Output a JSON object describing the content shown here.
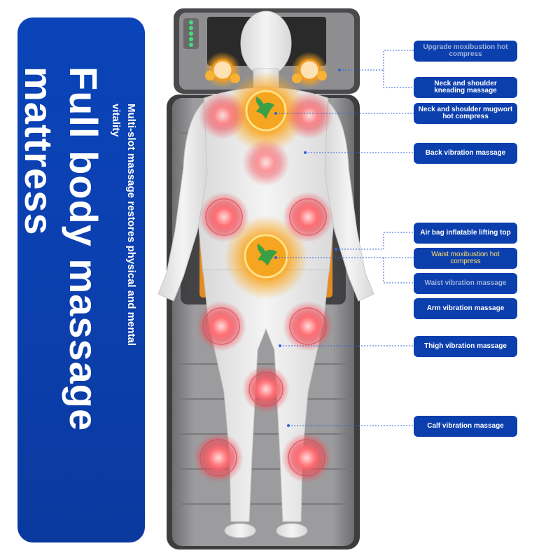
{
  "title": {
    "line1": "Full body massage",
    "line2": "mattress"
  },
  "subtitle": {
    "line1": "Multi-slot massage restores physical and mental",
    "line2": "vitality"
  },
  "labels": [
    "Upgrade moxibustion hot compress",
    "Neck and shoulder kneading massage",
    "Neck and shoulder mugwort hot compress",
    "Back vibration massage",
    "Air bag inflatable lifting top",
    "Waist moxibustion hot compress",
    "Waist vibration massage",
    "Arm vibration massage",
    "Thigh vibration massage",
    "Calf vibration massage"
  ],
  "colors": {
    "banner": "#0c3fae",
    "label_bg": "#0c3fae",
    "label_text": "#ffffff",
    "callout_line": "#2f63d8",
    "heat_orange": "#f7a21b",
    "vibration_red": "#e8434f"
  },
  "icons": [
    "mugwort-leaf-icon",
    "control-panel-icon"
  ]
}
